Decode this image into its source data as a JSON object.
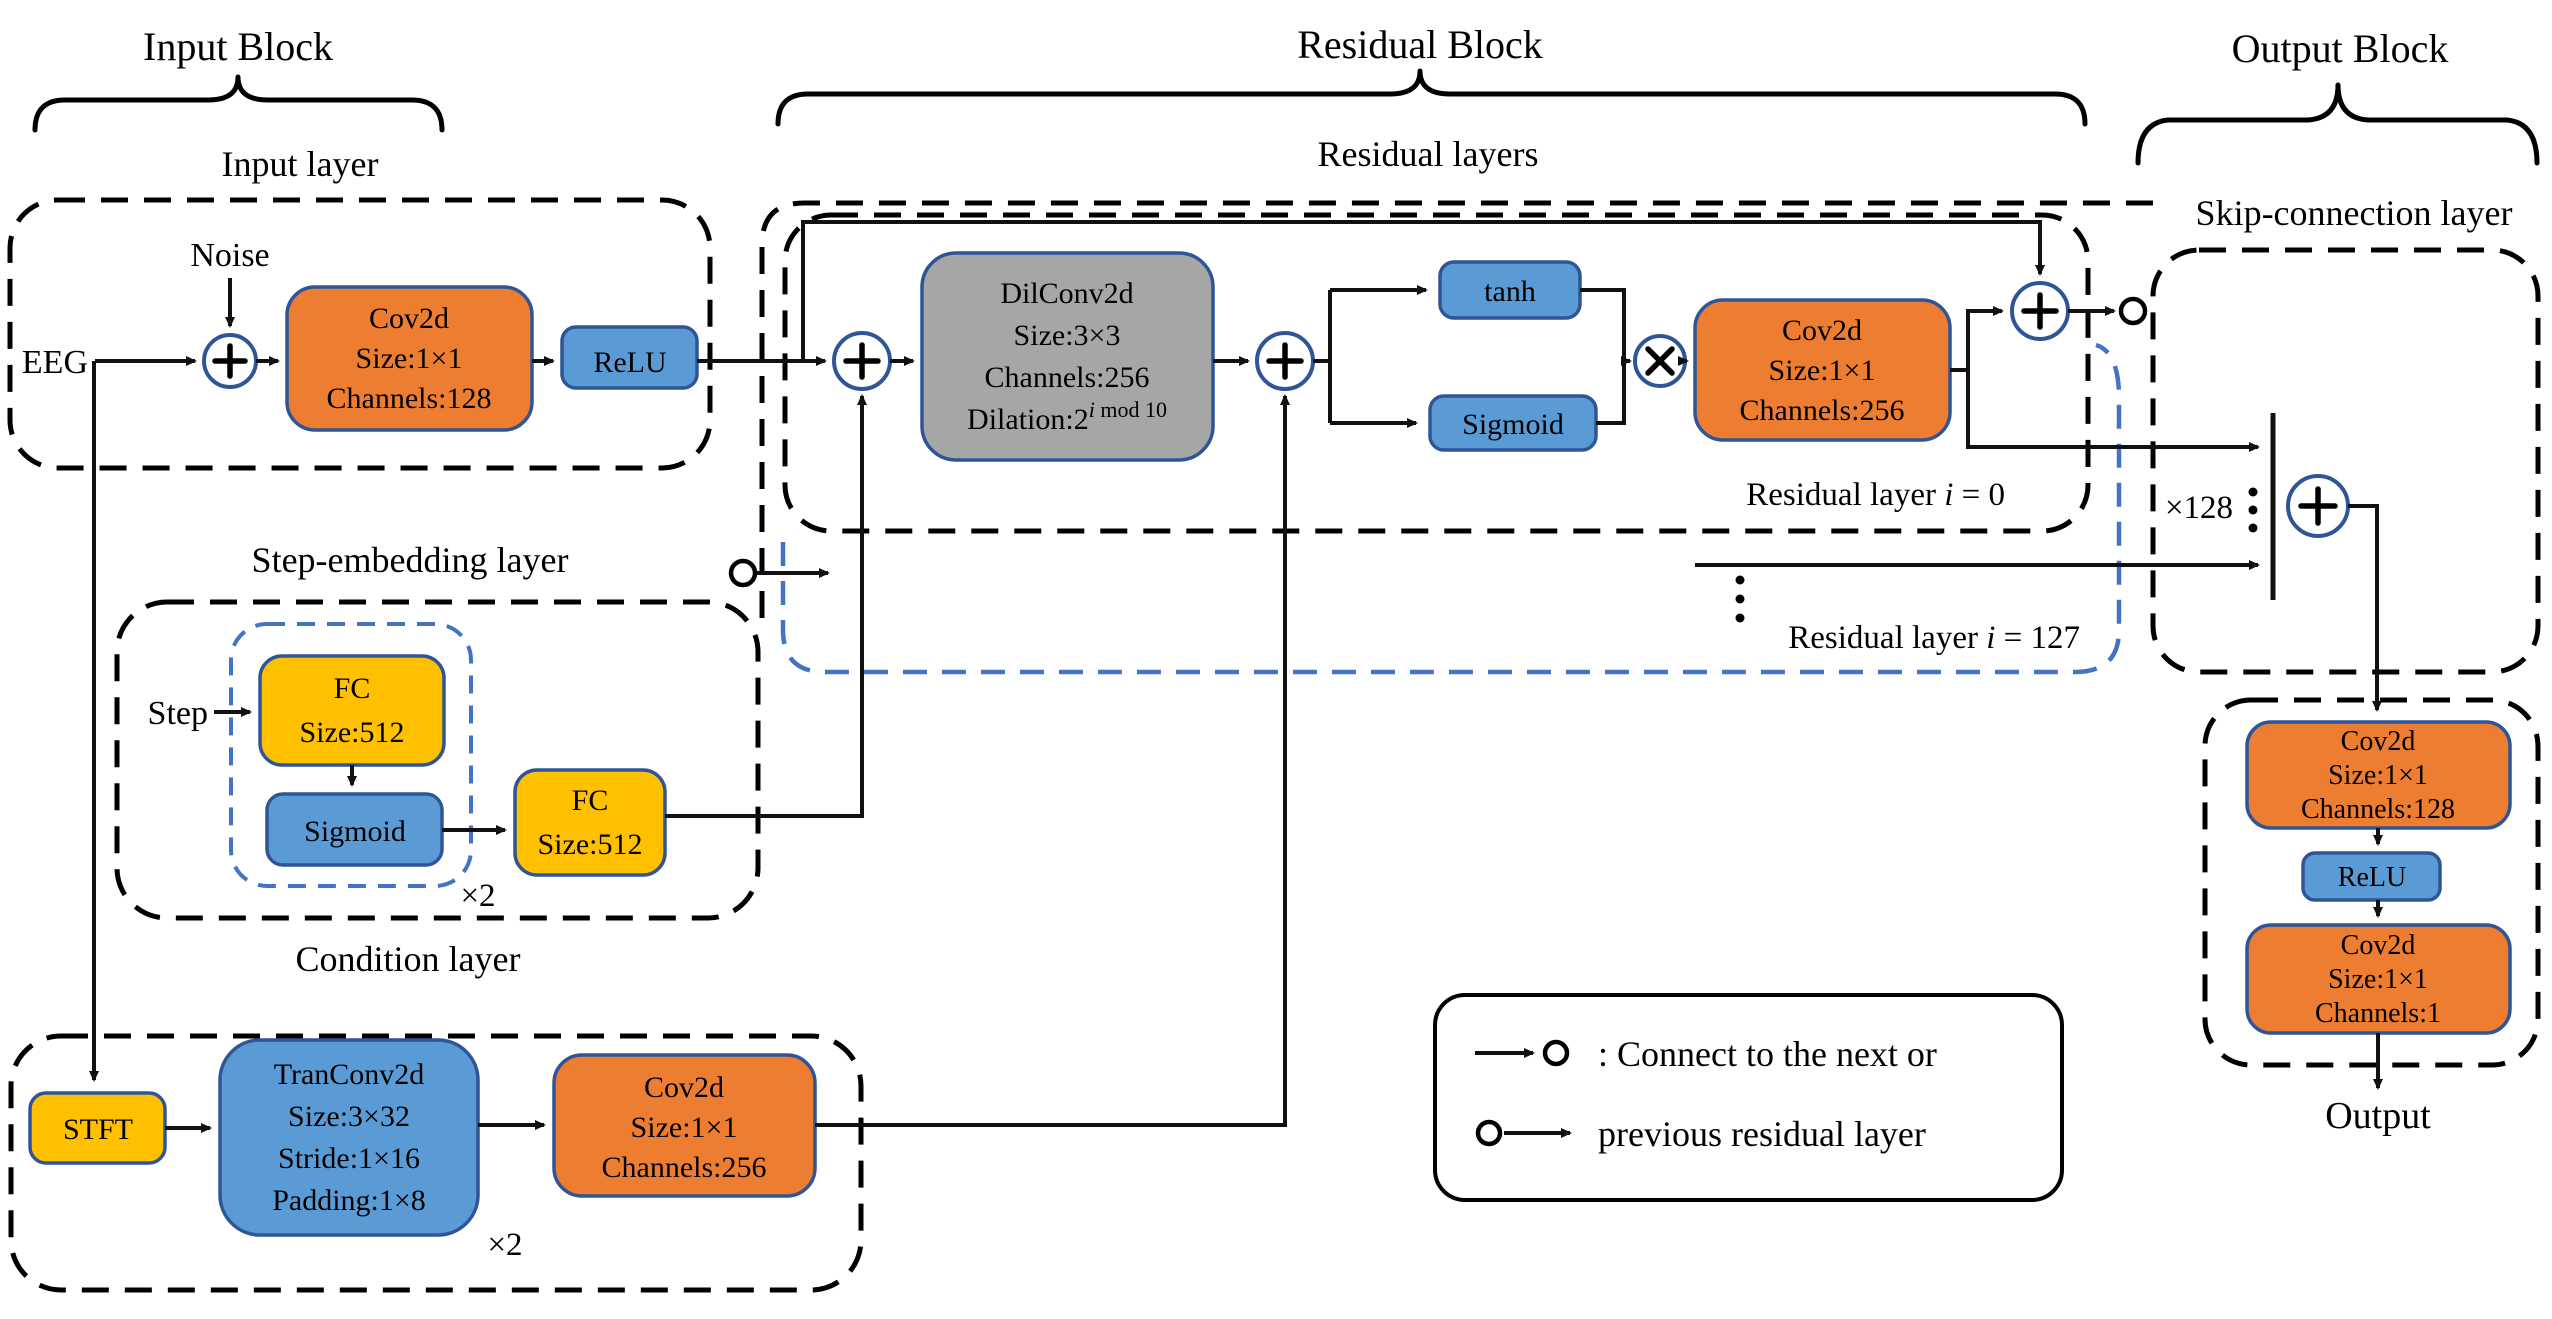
{
  "titles": {
    "input_block": "Input Block",
    "residual_block": "Residual Block",
    "output_block": "Output Block",
    "input_layer": "Input layer",
    "residual_layers": "Residual layers",
    "skip_layer": "Skip-connection layer",
    "step_layer": "Step-embedding layer",
    "condition_layer": "Condition layer"
  },
  "io": {
    "eeg": "EEG",
    "noise": "Noise",
    "step": "Step",
    "output": "Output"
  },
  "nodes": {
    "input_conv": {
      "l1": "Cov2d",
      "l2": "Size:1×1",
      "l3": "Channels:128"
    },
    "input_relu": {
      "label": "ReLU"
    },
    "dilconv": {
      "l1": "DilConv2d",
      "l2": "Size:3×3",
      "l3": "Channels:256",
      "dilation_base": "Dilation:2",
      "dilation_sup_i": "i",
      "dilation_sup_rest": " mod 10"
    },
    "tanh": {
      "label": "tanh"
    },
    "res_sigmoid": {
      "label": "Sigmoid"
    },
    "res_conv": {
      "l1": "Cov2d",
      "l2": "Size:1×1",
      "l3": "Channels:256"
    },
    "fc1": {
      "l1": "FC",
      "l2": "Size:512"
    },
    "step_sigmoid": {
      "label": "Sigmoid"
    },
    "fc2": {
      "l1": "FC",
      "l2": "Size:512"
    },
    "stft": {
      "label": "STFT"
    },
    "tranconv": {
      "l1": "TranConv2d",
      "l2": "Size:3×32",
      "l3": "Stride:1×16",
      "l4": "Padding:1×8"
    },
    "cond_conv": {
      "l1": "Cov2d",
      "l2": "Size:1×1",
      "l3": "Channels:256"
    },
    "out_conv1": {
      "l1": "Cov2d",
      "l2": "Size:1×1",
      "l3": "Channels:128"
    },
    "out_relu": {
      "label": "ReLU"
    },
    "out_conv2": {
      "l1": "Cov2d",
      "l2": "Size:1×1",
      "l3": "Channels:1"
    }
  },
  "annotations": {
    "res_layer_0": {
      "prefix": "Residual layer ",
      "i": "i",
      "suffix": " = 0"
    },
    "res_layer_127": {
      "prefix": "Residual layer ",
      "i": "i",
      "suffix": " = 127"
    },
    "times_128": "×128",
    "times_2_step": "×2",
    "times_2_cond": "×2",
    "legend_line1": ": Connect to the next or",
    "legend_line2": "previous residual layer"
  },
  "colors": {
    "orange": "#ED7D31",
    "blue": "#5B9BD5",
    "yellow": "#FFC000",
    "gray": "#A6A6A6",
    "dash_blue": "#4472C4",
    "node_border": "#2F5597"
  }
}
